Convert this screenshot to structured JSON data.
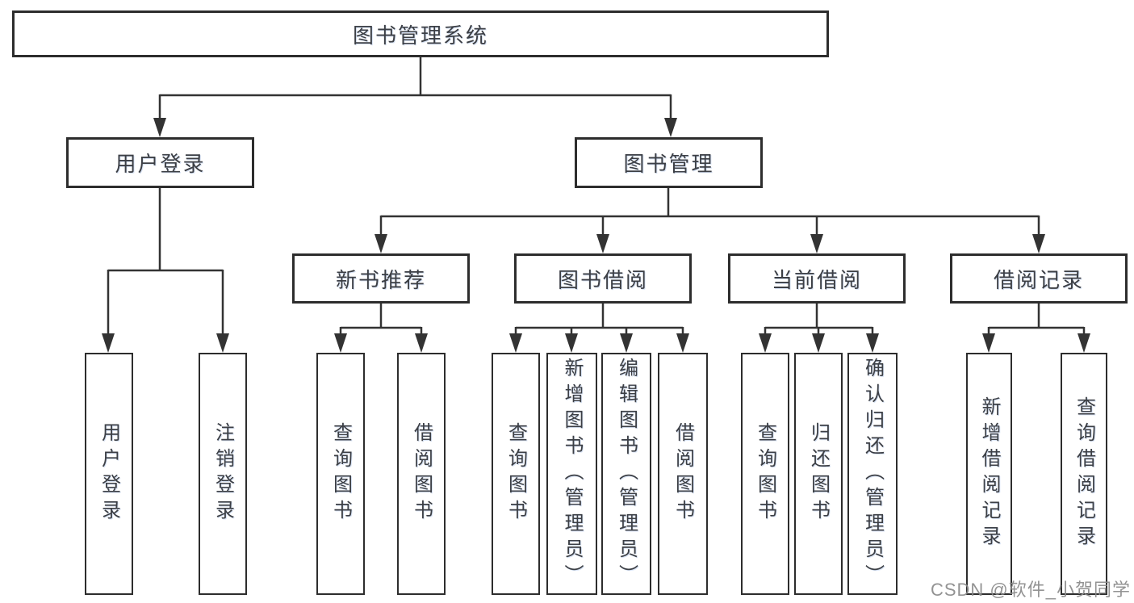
{
  "tree": {
    "root": {
      "label": "图书管理系统"
    },
    "branches": [
      {
        "label": "用户登录",
        "children": [
          {
            "label": "用户登录"
          },
          {
            "label": "注销登录"
          }
        ]
      },
      {
        "label": "图书管理",
        "sections": [
          {
            "label": "新书推荐",
            "children": [
              {
                "label": "查询图书"
              },
              {
                "label": "借阅图书"
              }
            ]
          },
          {
            "label": "图书借阅",
            "children": [
              {
                "label": "查询图书"
              },
              {
                "label": "新增图书（管理员）"
              },
              {
                "label": "编辑图书（管理员）"
              },
              {
                "label": "借阅图书"
              }
            ]
          },
          {
            "label": "当前借阅",
            "children": [
              {
                "label": "查询图书"
              },
              {
                "label": "归还图书"
              },
              {
                "label": "确认归还（管理员）"
              }
            ]
          },
          {
            "label": "借阅记录",
            "children": [
              {
                "label": "新增借阅记录"
              },
              {
                "label": "查询借阅记录"
              }
            ]
          }
        ]
      }
    ]
  },
  "watermark": {
    "text": "CSDN @软件_小贺同学"
  },
  "colors": {
    "line": "#333333",
    "box_border": "#2d2d2d",
    "box_fill": "#ffffff",
    "text": "#3c3f45",
    "watermark": "#8a8a8a",
    "background": "#ffffff"
  }
}
